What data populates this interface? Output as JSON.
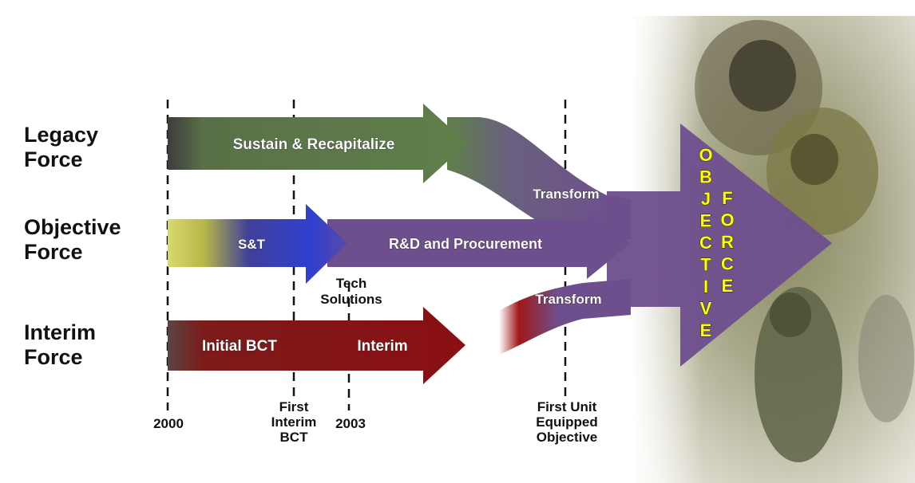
{
  "row_labels": {
    "legacy": [
      "Legacy",
      "Force"
    ],
    "objective": [
      "Objective",
      "Force"
    ],
    "interim": [
      "Interim",
      "Force"
    ]
  },
  "arrows": {
    "sustain": "Sustain & Recapitalize",
    "st": "S&T",
    "rd": "R&D and Procurement",
    "initial_bct": "Initial BCT",
    "interim": "Interim",
    "transform_top": "Transform",
    "transform_bottom": "Transform"
  },
  "tech_solutions": [
    "Tech",
    "Solutions"
  ],
  "milestones": {
    "year_2000": "2000",
    "first_interim_bct": [
      "First",
      "Interim",
      "BCT"
    ],
    "year_2003": "2003",
    "first_unit": [
      "First Unit",
      "Equipped",
      "Objective"
    ]
  },
  "objective_force": {
    "word1": "OBJECTIVE",
    "word2": "FORCE"
  },
  "colors": {
    "legacy_green": "#5f7f4a",
    "purple": "#6e4f8e",
    "interim_red": "#8a0f12",
    "st_blue": "#2f3fd0",
    "st_yellow": "#c8c85a",
    "letter_yellow": "#ffff00"
  }
}
